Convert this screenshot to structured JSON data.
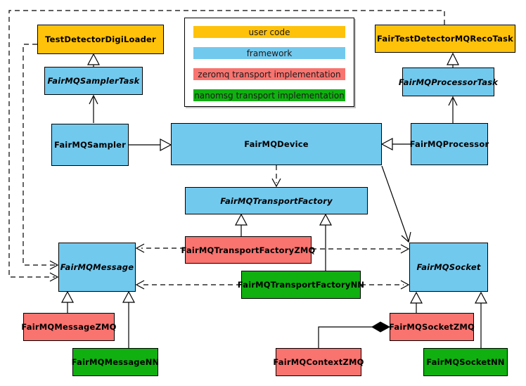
{
  "legend": {
    "items": [
      {
        "label": "user code",
        "color": "#FFC20A",
        "category": "user-code"
      },
      {
        "label": "framework",
        "color": "#72C9EE",
        "category": "framework"
      },
      {
        "label": "zeromq transport implementation",
        "color": "#F9736F",
        "category": "zeromq"
      },
      {
        "label": "nanomsg transport implementation",
        "color": "#10B010",
        "category": "nanomsg"
      }
    ]
  },
  "nodes": {
    "testDetectorDigiLoader": {
      "label": "TestDetectorDigiLoader",
      "category": "user-code",
      "abstract": false
    },
    "fairTestDetectorMQRecoTask": {
      "label": "FairTestDetectorMQRecoTask",
      "category": "user-code",
      "abstract": false
    },
    "fairMQSamplerTask": {
      "label": "FairMQSamplerTask",
      "category": "framework",
      "abstract": true
    },
    "fairMQProcessorTask": {
      "label": "FairMQProcessorTask",
      "category": "framework",
      "abstract": true
    },
    "fairMQSampler": {
      "label": "FairMQSampler",
      "category": "framework",
      "abstract": false
    },
    "fairMQDevice": {
      "label": "FairMQDevice",
      "category": "framework",
      "abstract": false
    },
    "fairMQProcessor": {
      "label": "FairMQProcessor",
      "category": "framework",
      "abstract": false
    },
    "fairMQTransportFactory": {
      "label": "FairMQTransportFactory",
      "category": "framework",
      "abstract": true
    },
    "fairMQTransportFactoryZMQ": {
      "label": "FairMQTransportFactoryZMQ",
      "category": "zeromq",
      "abstract": false
    },
    "fairMQTransportFactoryNN": {
      "label": "FairMQTransportFactoryNN",
      "category": "nanomsg",
      "abstract": false
    },
    "fairMQMessage": {
      "label": "FairMQMessage",
      "category": "framework",
      "abstract": true
    },
    "fairMQSocket": {
      "label": "FairMQSocket",
      "category": "framework",
      "abstract": true
    },
    "fairMQMessageZMQ": {
      "label": "FairMQMessageZMQ",
      "category": "zeromq",
      "abstract": false
    },
    "fairMQMessageNN": {
      "label": "FairMQMessageNN",
      "category": "nanomsg",
      "abstract": false
    },
    "fairMQContextZMQ": {
      "label": "FairMQContextZMQ",
      "category": "zeromq",
      "abstract": false
    },
    "fairMQSocketZMQ": {
      "label": "FairMQSocketZMQ",
      "category": "zeromq",
      "abstract": false
    },
    "fairMQSocketNN": {
      "label": "FairMQSocketNN",
      "category": "nanomsg",
      "abstract": false
    }
  },
  "relations": [
    {
      "from": "fairMQSamplerTask",
      "to": "testDetectorDigiLoader",
      "type": "hollow-triangle"
    },
    {
      "from": "fairMQProcessorTask",
      "to": "fairTestDetectorMQRecoTask",
      "type": "hollow-triangle"
    },
    {
      "from": "fairMQSampler",
      "to": "fairMQSamplerTask",
      "type": "open-arrow"
    },
    {
      "from": "fairMQProcessor",
      "to": "fairMQProcessorTask",
      "type": "open-arrow"
    },
    {
      "from": "fairMQSampler",
      "to": "fairMQDevice",
      "type": "hollow-triangle"
    },
    {
      "from": "fairMQProcessor",
      "to": "fairMQDevice",
      "type": "hollow-triangle"
    },
    {
      "from": "fairMQDevice",
      "to": "fairMQTransportFactory",
      "type": "dashed-open-arrow"
    },
    {
      "from": "fairMQDevice",
      "to": "fairMQSocket",
      "type": "open-arrow"
    },
    {
      "from": "testDetectorDigiLoader",
      "to": "fairMQMessage",
      "type": "dashed-open-arrow"
    },
    {
      "from": "fairTestDetectorMQRecoTask",
      "to": "fairMQMessage",
      "type": "dashed-open-arrow"
    },
    {
      "from": "fairMQTransportFactoryZMQ",
      "to": "fairMQTransportFactory",
      "type": "hollow-triangle"
    },
    {
      "from": "fairMQTransportFactoryNN",
      "to": "fairMQTransportFactory",
      "type": "hollow-triangle"
    },
    {
      "from": "fairMQTransportFactoryZMQ",
      "to": "fairMQMessage",
      "type": "dashed-open-arrow"
    },
    {
      "from": "fairMQTransportFactoryZMQ",
      "to": "fairMQSocket",
      "type": "dashed-open-arrow"
    },
    {
      "from": "fairMQTransportFactoryNN",
      "to": "fairMQMessage",
      "type": "dashed-open-arrow"
    },
    {
      "from": "fairMQTransportFactoryNN",
      "to": "fairMQSocket",
      "type": "dashed-open-arrow"
    },
    {
      "from": "fairMQMessageZMQ",
      "to": "fairMQMessage",
      "type": "hollow-triangle"
    },
    {
      "from": "fairMQMessageNN",
      "to": "fairMQMessage",
      "type": "hollow-triangle"
    },
    {
      "from": "fairMQSocketZMQ",
      "to": "fairMQSocket",
      "type": "hollow-triangle"
    },
    {
      "from": "fairMQSocketNN",
      "to": "fairMQSocket",
      "type": "hollow-triangle"
    },
    {
      "from": "fairMQContextZMQ",
      "to": "fairMQSocketZMQ",
      "type": "composition-diamond"
    }
  ]
}
